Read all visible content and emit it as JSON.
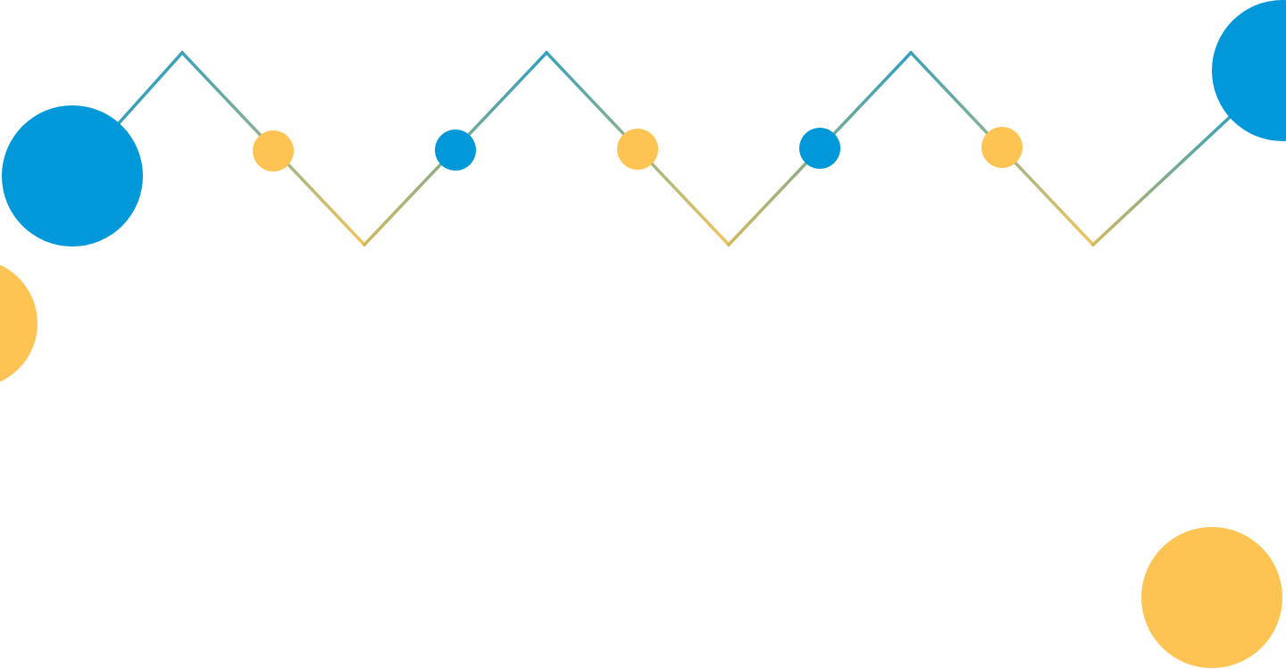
{
  "colors": {
    "blue": "#0098D9",
    "yellow": "#FDC453",
    "line_blue": "#3AA2B8",
    "line_yellow": "#F4C45A",
    "background": "#FFFFFF"
  },
  "decorations": {
    "pattern": "zigzag-line-with-dots",
    "dot_colors": [
      "blue",
      "yellow",
      "blue",
      "yellow",
      "blue",
      "yellow",
      "blue"
    ],
    "corner_circles": [
      "blue",
      "yellow",
      "blue",
      "yellow"
    ]
  }
}
